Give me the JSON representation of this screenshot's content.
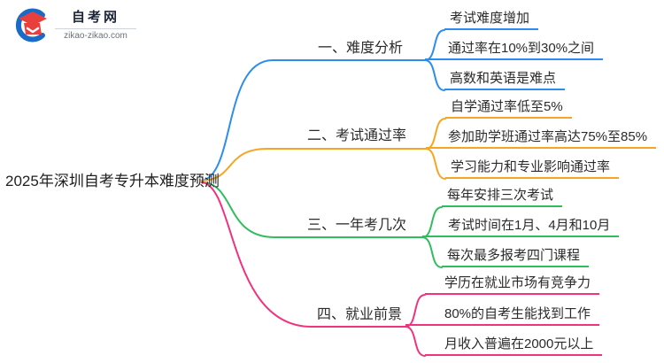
{
  "logo": {
    "site_name": "自考网",
    "site_url": "zikao-zikao.com",
    "icon": "graduation-cap-icon",
    "icon_colors": {
      "crescent_blue": "#1A6AC8",
      "cap_red": "#E8403C"
    }
  },
  "root": {
    "title": "2025年深圳自考专升本难度预测"
  },
  "branches": [
    {
      "label": "一、难度分析",
      "color": "#2D8CF0",
      "items": [
        "考试难度增加",
        "通过率在10%到30%之间",
        "高数和英语是难点"
      ]
    },
    {
      "label": "二、考试通过率",
      "color": "#F5A623",
      "items": [
        "自学通过率低至5%",
        "参加助学班通过率高达75%至85%",
        "学习能力和专业影响通过率"
      ]
    },
    {
      "label": "三、一年考几次",
      "color": "#30BD5F",
      "items": [
        "每年安排三次考试",
        "考试时间在1月、4月和10月",
        "每次最多报考四门课程"
      ]
    },
    {
      "label": "四、就业前景",
      "color": "#F0337F",
      "items": [
        "学历在就业市场有竞争力",
        "80%的自考生能找到工作",
        "月收入普遍在2000元以上"
      ]
    }
  ]
}
